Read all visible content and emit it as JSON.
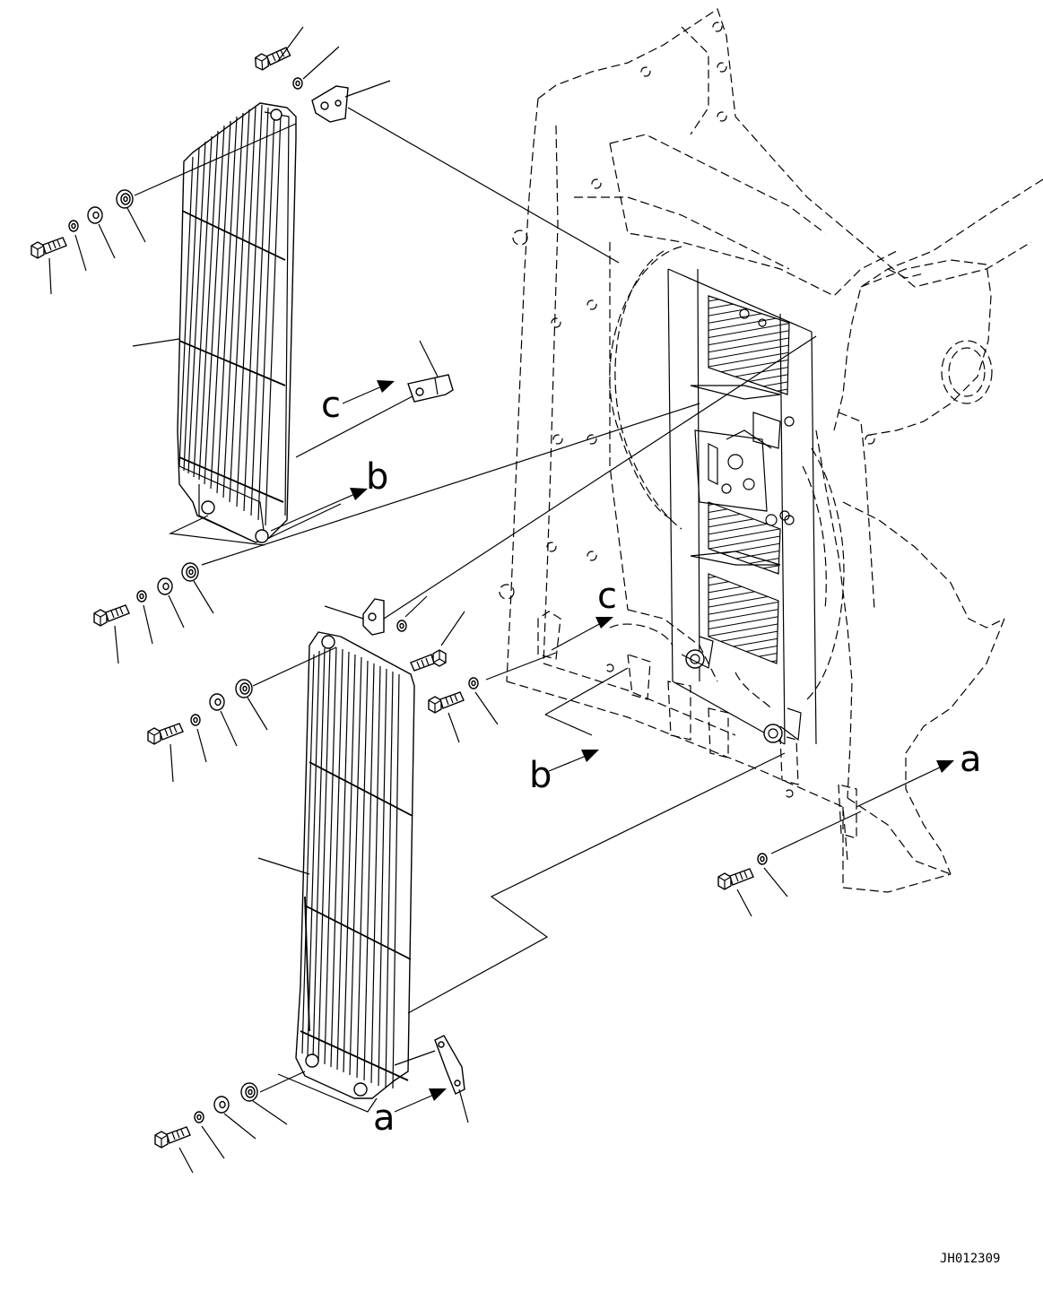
{
  "labels": {
    "a": "a",
    "b": "b",
    "c": "c"
  },
  "drawing_code": "JH012309"
}
